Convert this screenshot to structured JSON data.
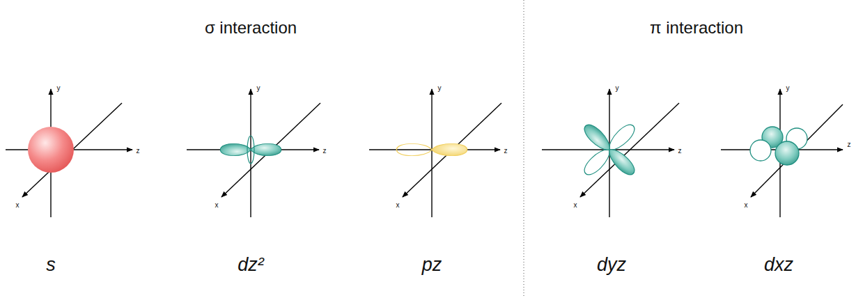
{
  "diagram": {
    "labels": [
      "σ interaction",
      "π interaction",
      "y",
      "z",
      "x",
      "y",
      "z",
      "x",
      "y",
      "z",
      "x",
      "y",
      "z",
      "x",
      "y",
      "z",
      "x",
      "s",
      "dz²",
      "pz",
      "dyz",
      "dxz"
    ]
  }
}
